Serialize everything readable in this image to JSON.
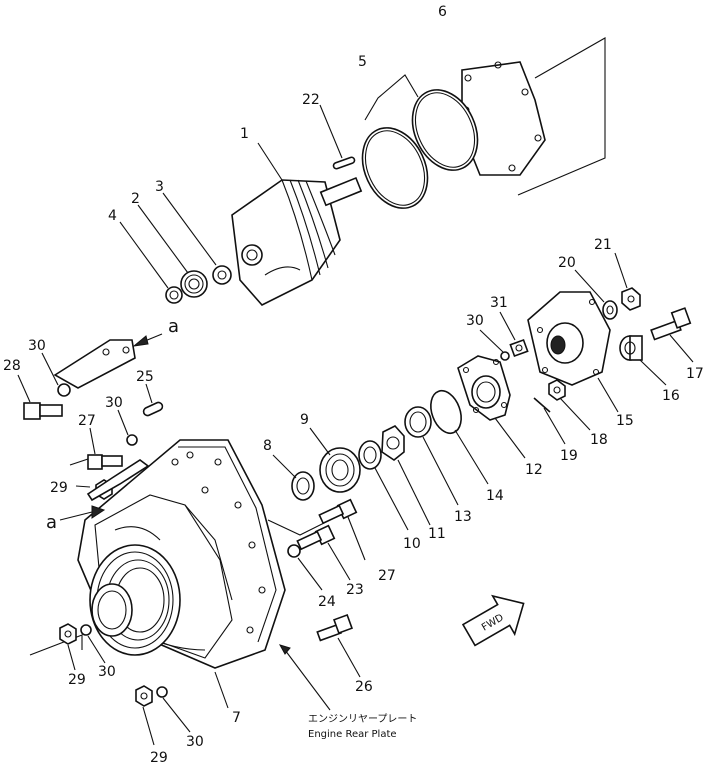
{
  "labels": {
    "p1": "1",
    "p2": "2",
    "p3": "3",
    "p4": "4",
    "p5": "5",
    "p6": "6",
    "p7": "7",
    "p8": "8",
    "p9": "9",
    "p10": "10",
    "p11": "11",
    "p12": "12",
    "p13": "13",
    "p14": "14",
    "p15": "15",
    "p16": "16",
    "p17": "17",
    "p18": "18",
    "p19": "19",
    "p20": "20",
    "p21": "21",
    "p22": "22",
    "p23": "23",
    "p24": "24",
    "p25": "25",
    "p26": "26",
    "p27a": "27",
    "p27b": "27",
    "p28": "28",
    "p29a": "29",
    "p29b": "29",
    "p29c": "29",
    "p30a": "30",
    "p30b": "30",
    "p30c": "30",
    "p30d": "30",
    "p30e": "30",
    "p31": "31",
    "ref_a_top": "a",
    "ref_a_bottom": "a"
  },
  "note": {
    "jp": "エンジンリヤープレート",
    "en": "Engine Rear Plate"
  },
  "fwd": "FWD"
}
